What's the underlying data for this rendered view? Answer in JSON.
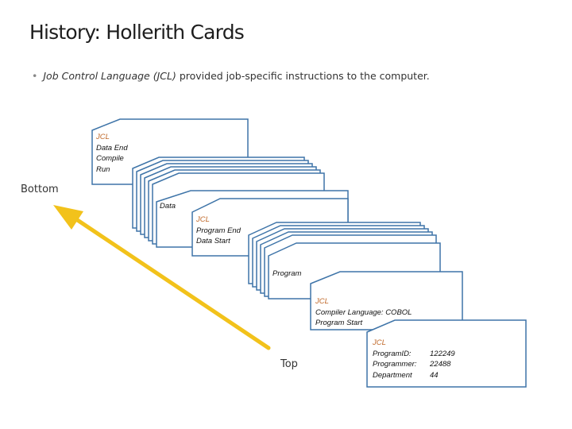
{
  "slide": {
    "title": "History: Hollerith Cards",
    "bullet": {
      "term": "Job Control Language (JCL)",
      "rest": " provided job-specific instructions to the computer."
    }
  },
  "labels": {
    "bottom": "Bottom",
    "top": "Top"
  },
  "cards": {
    "jcl_1": {
      "tag": "JCL",
      "lines": [
        "Data End",
        "Compile",
        "Run"
      ]
    },
    "data": {
      "label": "Data"
    },
    "jcl_2": {
      "tag": "JCL",
      "lines": [
        "Program End",
        "Data Start"
      ]
    },
    "program": {
      "label": "Program"
    },
    "jcl_3": {
      "tag": "JCL",
      "lines": [
        "Compiler Language: COBOL",
        "Program Start"
      ]
    },
    "jcl_4": {
      "tag": "JCL",
      "rows": [
        {
          "key": "ProgramID:",
          "value": "122249"
        },
        {
          "key": "Programmer:",
          "value": "22488"
        },
        {
          "key": "Department",
          "value": "44"
        }
      ]
    }
  },
  "colors": {
    "card_border": "#3e74a8",
    "arrow": "#f2c21b",
    "jcl_tag": "#c0692a"
  }
}
